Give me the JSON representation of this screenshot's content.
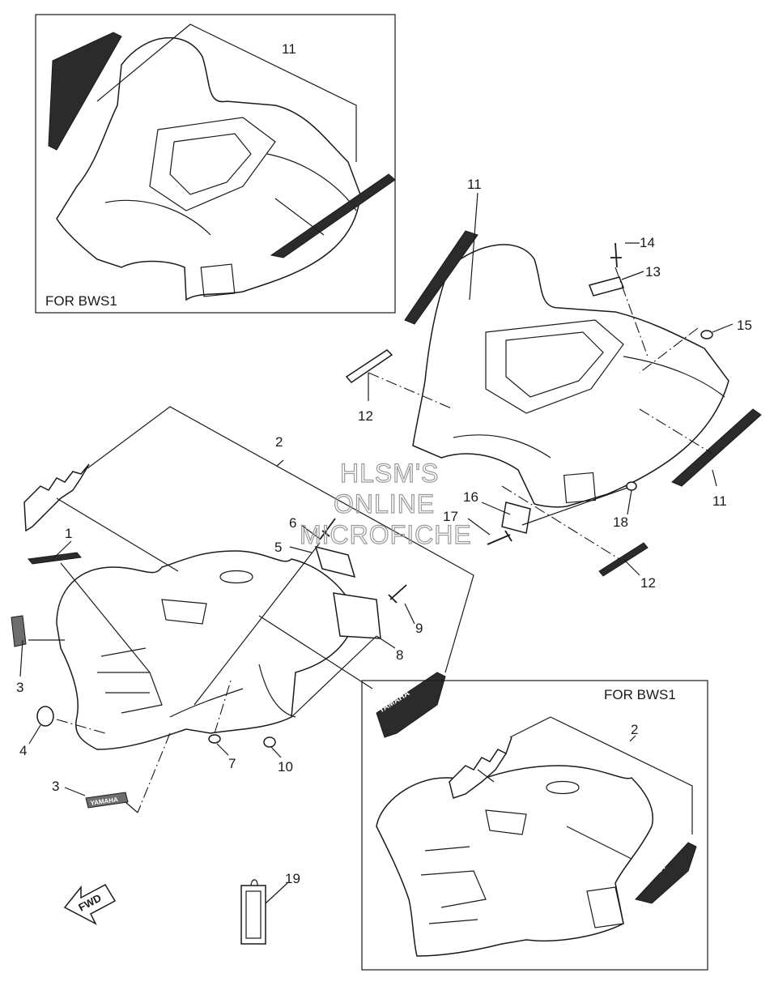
{
  "insets": {
    "top_left_label": "FOR BWS1",
    "bottom_right_label": "FOR BWS1"
  },
  "watermark": {
    "line1": "HLSM'S",
    "line2": "ONLINE",
    "line3": "MICROFICHE"
  },
  "decals": {
    "yamaha_front": "YAMAHA",
    "yamaha_small": "YAMAHA",
    "yamaha_inset": "YAMAHA",
    "fwd_arrow": "FWD"
  },
  "callouts": {
    "c1": "1",
    "c2": "2",
    "c2_inset": "2",
    "c3a": "3",
    "c3b": "3",
    "c4": "4",
    "c5": "5",
    "c6": "6",
    "c7": "7",
    "c8": "8",
    "c9": "9",
    "c10": "10",
    "c11_inset": "11",
    "c11_top": "11",
    "c11_right": "11",
    "c12a": "12",
    "c12b": "12",
    "c13": "13",
    "c14": "14",
    "c15": "15",
    "c16": "16",
    "c17": "17",
    "c18": "18",
    "c19": "19"
  },
  "colors": {
    "ink": "#1a1a1a",
    "watermark": "#9a9a9a",
    "paper": "#ffffff"
  }
}
